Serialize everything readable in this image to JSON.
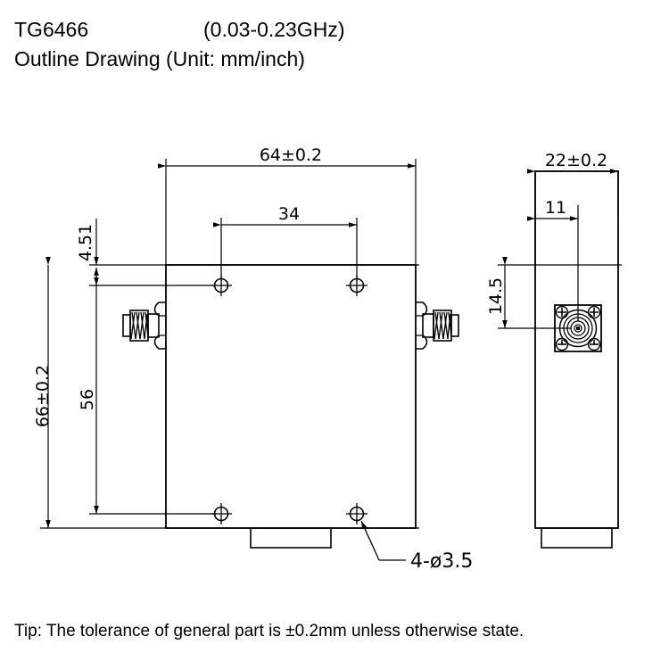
{
  "header": {
    "model": "TG6466",
    "frequency": "(0.03-0.23GHz)",
    "subtitle": "Outline Drawing (Unit: mm/inch)"
  },
  "footer": {
    "tip": "Tip: The tolerance of general part is ±0.2mm unless otherwise state."
  },
  "drawing": {
    "front_view": {
      "width_dim": "64±0.2",
      "height_dim": "66±0.2",
      "hole_pitch_x": "34",
      "hole_pitch_y": "56",
      "edge_to_hole": "4.51",
      "hole_callout": "4-ø3.5"
    },
    "side_view": {
      "width_dim": "22±0.2",
      "connector_offset_x": "11",
      "connector_offset_y": "14.5"
    }
  },
  "colors": {
    "line": "#000000",
    "background": "#ffffff",
    "text": "#000000"
  }
}
